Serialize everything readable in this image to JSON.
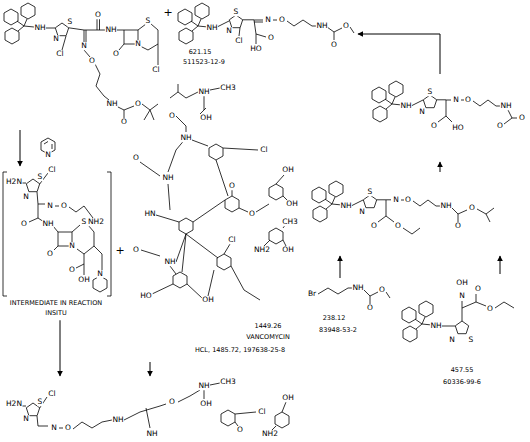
{
  "diagram": {
    "nodes": [
      {
        "text": [
          "NH",
          "S",
          "N",
          "Cl",
          "O",
          "NH",
          "O",
          "N",
          "S",
          "Cl",
          "N",
          "O",
          "NH",
          "O",
          "O"
        ]
      },
      {
        "text": [
          "NH",
          "S",
          "N",
          "Cl",
          "N",
          "O",
          "NH",
          "O",
          "O",
          "HO",
          "O",
          "621.15",
          "511523-12-9"
        ]
      },
      {
        "text": [
          "N"
        ]
      },
      {
        "text": [
          "NH",
          "CH3",
          "O",
          "OH",
          "NH",
          "Cl",
          "O",
          "NH",
          "O",
          "OH",
          "OH",
          "O",
          "CH3",
          "NH2",
          "OH",
          "HN",
          "Cl",
          "NH",
          "O",
          "HO",
          "OH",
          "1449.26",
          "VANCOMYCIN",
          "HCL, 1485.72, 197638-25-8"
        ]
      },
      {
        "text": [
          "H2N",
          "S",
          "Cl",
          "N",
          "N",
          "O",
          "NH2",
          "O",
          "NH",
          "O",
          "N",
          "S",
          "O",
          "OH",
          "N",
          "INTERMEDIATE IN REACTION",
          "INSITU"
        ]
      },
      {
        "text": [
          "H2N",
          "S",
          "Cl",
          "N",
          "N",
          "O",
          "NH",
          "NH",
          "CH3",
          "O",
          "OH",
          "NH",
          "Cl",
          "O",
          "OH",
          "NH2"
        ]
      },
      {
        "text": [
          "NH",
          "S",
          "N",
          "N",
          "O",
          "NH",
          "O",
          "O",
          "O",
          "HO"
        ]
      },
      {
        "text": [
          "NH",
          "S",
          "N",
          "N",
          "O",
          "NH",
          "O",
          "O",
          "O",
          "O"
        ]
      },
      {
        "text": [
          "Br",
          "NH",
          "O",
          "O",
          "238.12",
          "83948-53-2"
        ]
      },
      {
        "text": [
          "OH",
          "N",
          "O",
          "O",
          "NH",
          "N",
          "S",
          "457.55",
          "60336-99-6"
        ]
      }
    ],
    "edges": [
      {
        "from": 0,
        "to": 4,
        "arrow": "to"
      },
      {
        "from": 4,
        "to": 5,
        "arrow": "to"
      },
      {
        "from": 3,
        "to": 5,
        "arrow": "to"
      },
      {
        "from": 8,
        "to": 7,
        "arrow": "to"
      },
      {
        "from": 9,
        "to": 7,
        "arrow": "to"
      },
      {
        "from": 7,
        "to": 6,
        "arrow": "to"
      },
      {
        "from": 6,
        "to": 1,
        "arrow": "to"
      }
    ],
    "labels": [
      "+",
      "+"
    ]
  }
}
